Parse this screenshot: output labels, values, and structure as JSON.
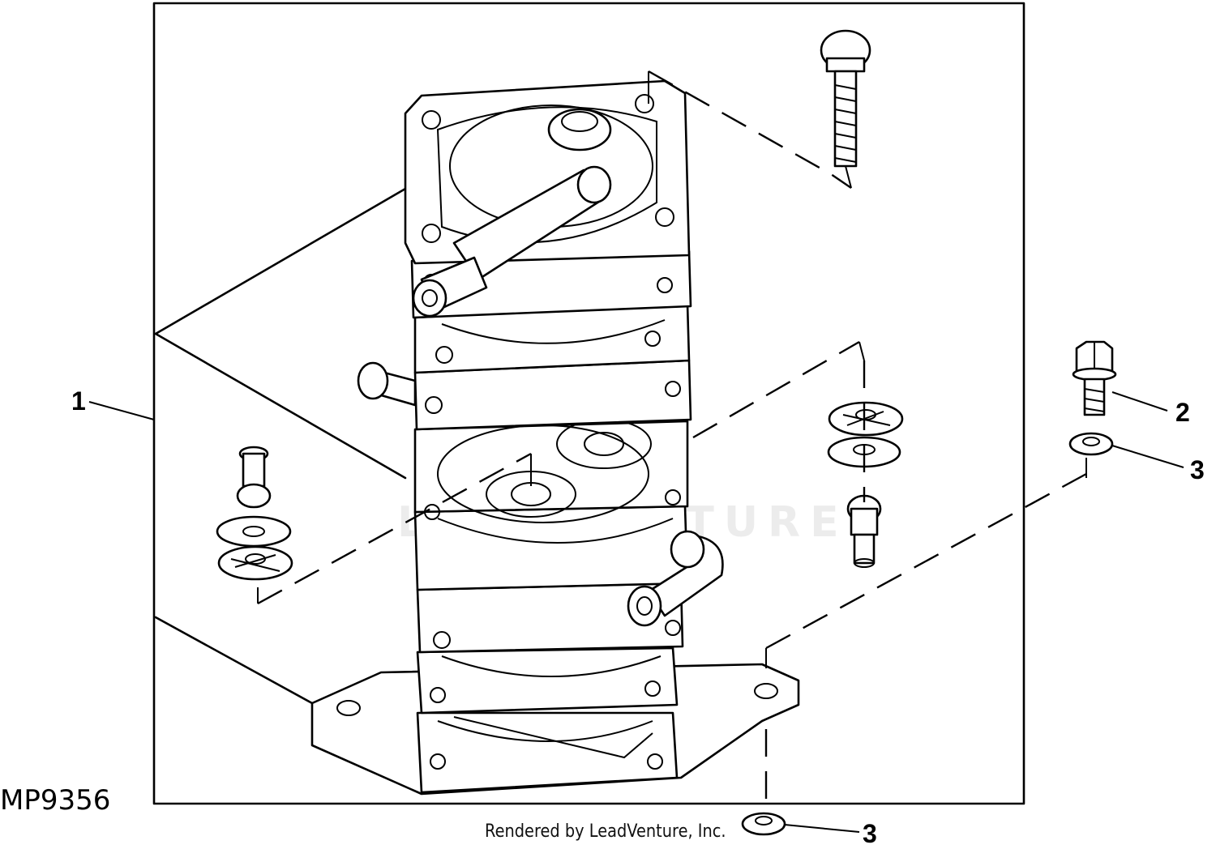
{
  "figure": {
    "id": "MP9356",
    "credit": "Rendered by LeadVenture, Inc.",
    "watermark": "LEADVENTURE"
  },
  "callouts": [
    {
      "label": "1",
      "part": "fuel pump assembly"
    },
    {
      "label": "2",
      "part": "cap screw"
    },
    {
      "label": "3",
      "part": "washer"
    },
    {
      "label": "3",
      "part": "washer"
    }
  ]
}
